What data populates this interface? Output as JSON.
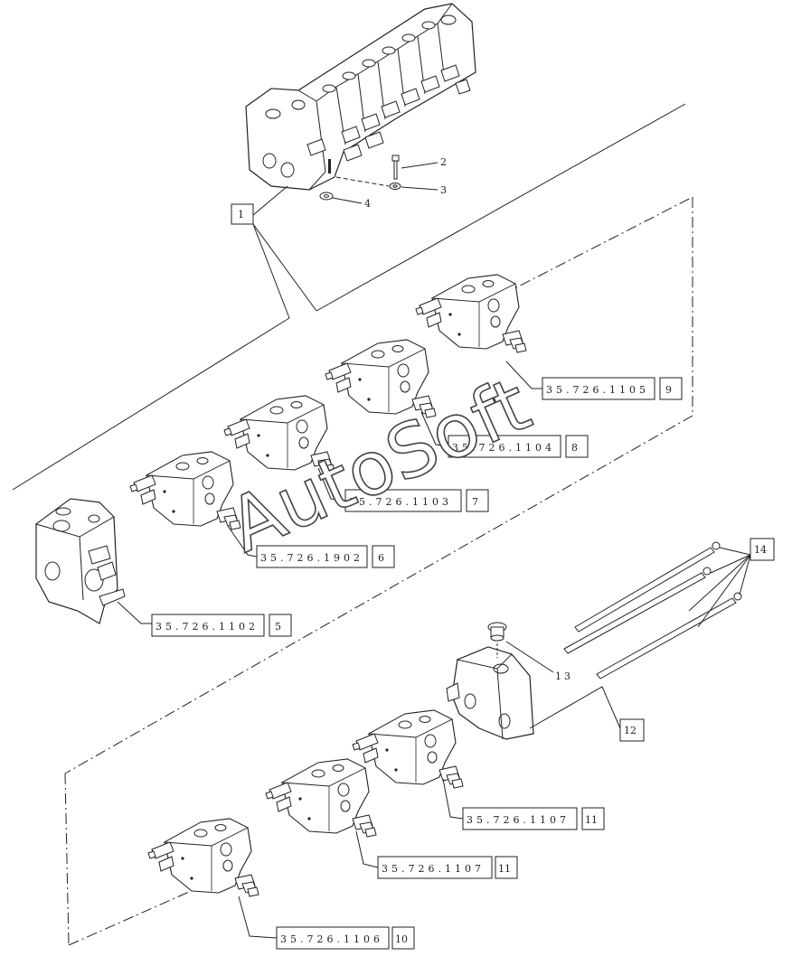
{
  "diagram": {
    "watermark": "AutoSoft",
    "items": {
      "i1": "1",
      "i2": "2",
      "i3": "3",
      "i4": "4",
      "i12": "12",
      "i13": "13",
      "i14": "14"
    },
    "references": [
      {
        "code": "35.726.1105",
        "item": "9"
      },
      {
        "code": "35.726.1104",
        "item": "8"
      },
      {
        "code": "35.726.1103",
        "item": "7"
      },
      {
        "code": "35.726.1902",
        "item": "6"
      },
      {
        "code": "35.726.1102",
        "item": "5"
      },
      {
        "code": "35.726.1107",
        "item": "11"
      },
      {
        "code": "35.726.1107",
        "item": "11"
      },
      {
        "code": "35.726.1106",
        "item": "10"
      }
    ]
  }
}
